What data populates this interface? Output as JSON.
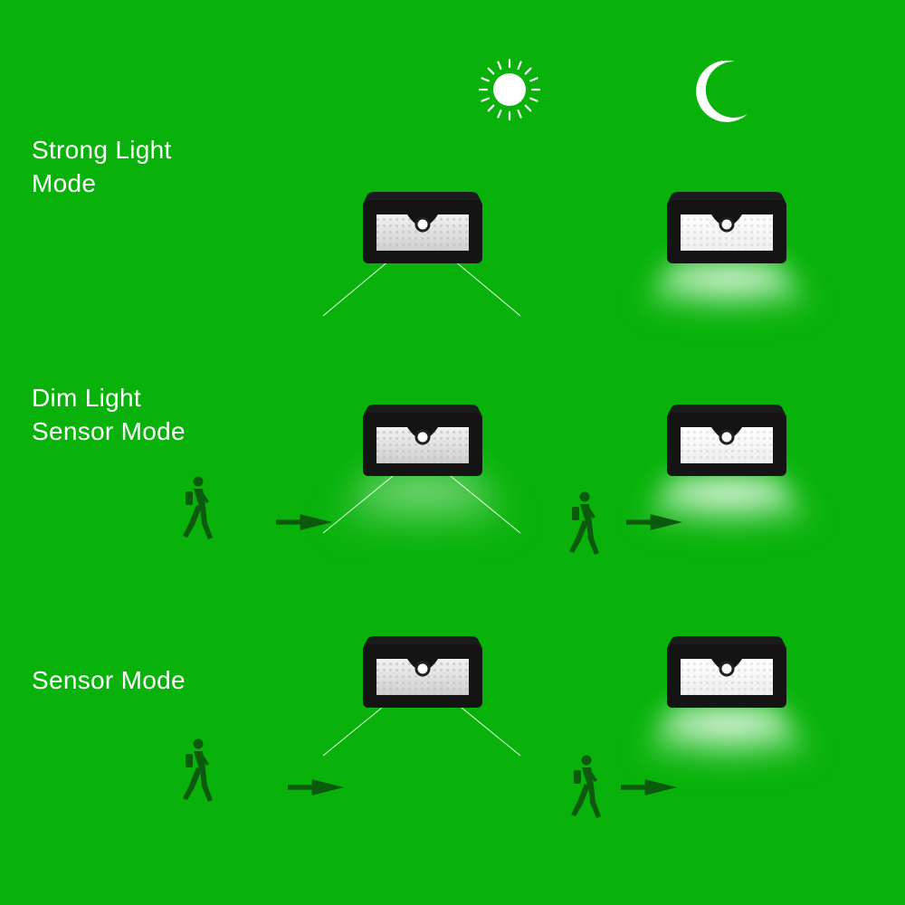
{
  "background_color": "#08b20a",
  "header": {
    "day_icon": "sun-icon",
    "night_icon": "moon-icon"
  },
  "modes": [
    {
      "label": "Strong Light\nMode",
      "day_state": "light off, sensor idle",
      "night_state": "light on (full)"
    },
    {
      "label": "Dim Light\nSensor Mode",
      "day_state": "light dim, motion detected",
      "night_state": "light on (full), motion detected"
    },
    {
      "label": "Sensor Mode",
      "day_state": "light off, sensor idle",
      "night_state": "light on (full), motion detected"
    }
  ],
  "icons": {
    "lamp": "solar-lamp-icon",
    "person": "walking-person-icon",
    "arrow": "arrow-right-icon"
  }
}
